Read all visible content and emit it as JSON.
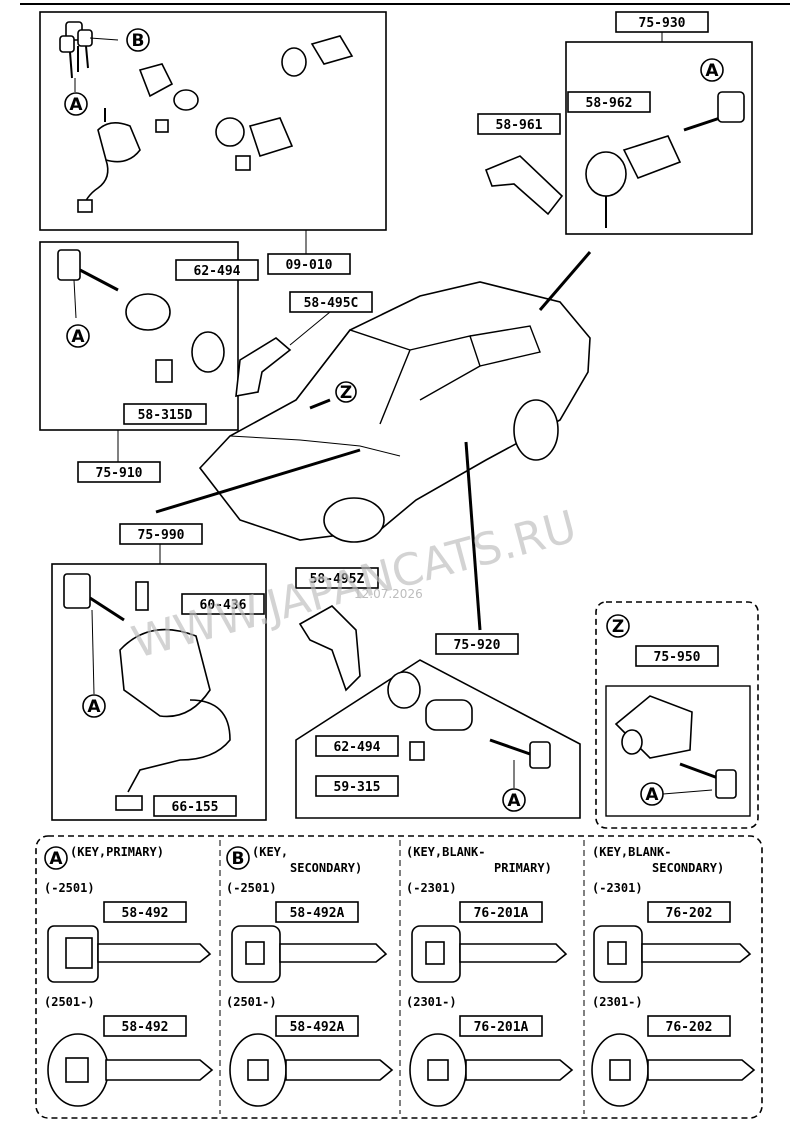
{
  "parts": {
    "p75_930": "75-930",
    "p58_961": "58-961",
    "p58_962": "58-962",
    "p09_010": "09-010",
    "p62_494a": "62-494",
    "p58_495c": "58-495C",
    "p58_315d": "58-315D",
    "p75_910": "75-910",
    "p75_990": "75-990",
    "p60_436": "60-436",
    "p66_155": "66-155",
    "p58_495z": "58-495Z",
    "p75_920": "75-920",
    "p62_494b": "62-494",
    "p59_315": "59-315",
    "p75_950": "75-950"
  },
  "callouts": {
    "a": "A",
    "b": "B",
    "z": "Z"
  },
  "keys": {
    "col1": {
      "tag": "A",
      "title": "(KEY,PRIMARY)",
      "range1": "(-2501)",
      "part1": "58-492",
      "range2": "(2501-)",
      "part2": "58-492"
    },
    "col2": {
      "tag": "B",
      "title1": "(KEY,",
      "title2": "SECONDARY)",
      "range1": "(-2501)",
      "part1": "58-492A",
      "range2": "(2501-)",
      "part2": "58-492A"
    },
    "col3": {
      "title1": "(KEY,BLANK-",
      "title2": "PRIMARY)",
      "range1": "(-2301)",
      "part1": "76-201A",
      "range2": "(2301-)",
      "part2": "76-201A"
    },
    "col4": {
      "title1": "(KEY,BLANK-",
      "title2": "SECONDARY)",
      "range1": "(-2301)",
      "part1": "76-202",
      "range2": "(2301-)",
      "part2": "76-202"
    }
  },
  "watermark": {
    "text": "WWW.JAPANCATS.RU",
    "date": "12.07.2026"
  }
}
